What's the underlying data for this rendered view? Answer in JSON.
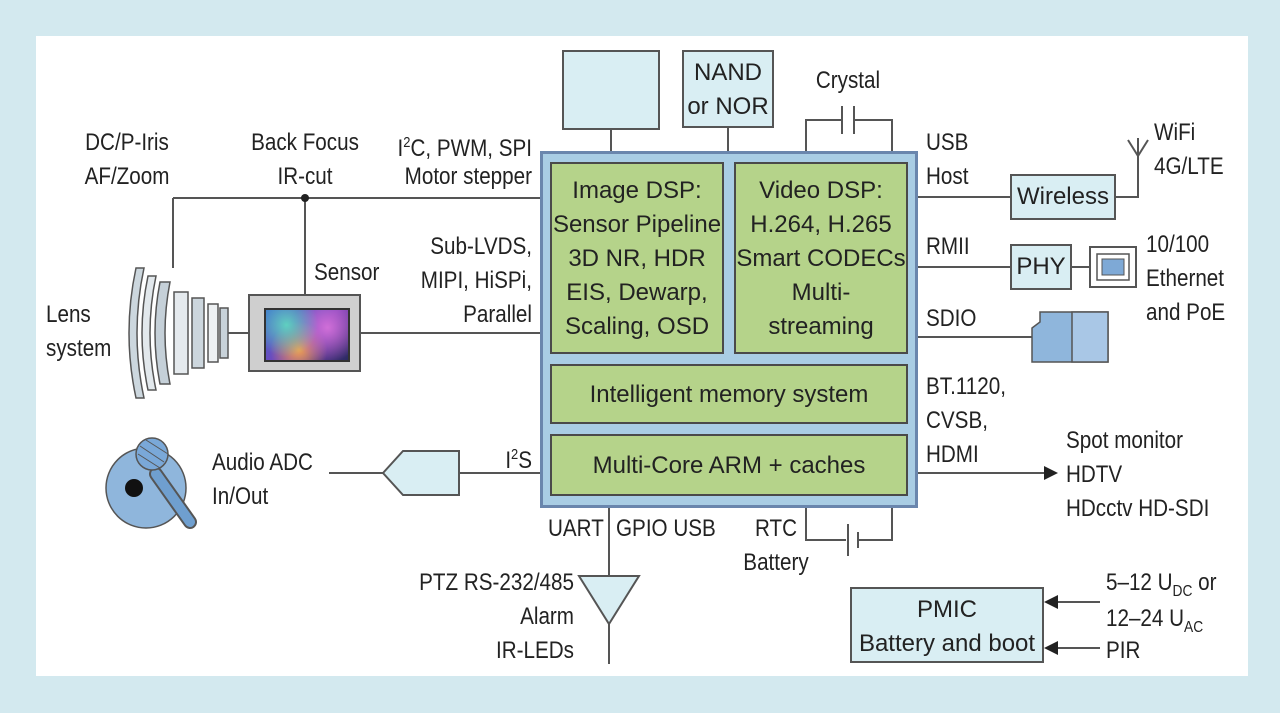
{
  "colors": {
    "page_bg": "#d3e9ef",
    "block_fill": "#b5d38a",
    "soc_fill": "#a9cde4",
    "soc_border": "#6a86ad",
    "peripheral_fill": "#d9eef3",
    "line": "#555555"
  },
  "soc": {
    "image_dsp": [
      "Image DSP:",
      "Sensor Pipeline",
      "3D NR, HDR",
      "EIS, Dewarp,",
      "Scaling, OSD"
    ],
    "video_dsp": [
      "Video DSP:",
      "H.264, H.265",
      "Smart CODECs",
      "Multi-",
      "streaming"
    ],
    "memory": "Intelligent memory system",
    "arm": "Multi-Core ARM + caches"
  },
  "top": {
    "nand": [
      "NAND",
      "or NOR"
    ],
    "crystal": "Crystal"
  },
  "left": {
    "dc_iris": [
      "DC/P-Iris",
      "AF/Zoom"
    ],
    "back_focus": [
      "Back Focus",
      "IR-cut"
    ],
    "i2c": {
      "pre": "I",
      "sup": "2",
      "post": "C, PWM, SPI"
    },
    "motor": "Motor stepper",
    "sensor": "Sensor",
    "sensor_if": [
      "Sub-LVDS,",
      "MIPI, HiSPi,",
      "Parallel"
    ],
    "lens": [
      "Lens",
      "system"
    ],
    "audio": [
      "Audio ADC",
      "In/Out"
    ],
    "i2s": {
      "pre": "I",
      "sup": "2",
      "post": "S"
    }
  },
  "right": {
    "usb_host": [
      "USB",
      "Host"
    ],
    "wireless": "Wireless",
    "wifi": [
      "WiFi",
      "4G/LTE"
    ],
    "rmii": "RMII",
    "phy": "PHY",
    "ethernet": [
      "10/100",
      "Ethernet",
      "and PoE"
    ],
    "sdio": "SDIO",
    "video_out_if": [
      "BT.1120,",
      "CVSB,",
      "HDMI"
    ],
    "video_out": [
      "Spot monitor",
      "HDTV",
      "HDcctv HD-SDI"
    ]
  },
  "bottom": {
    "uart": "UART",
    "gpio": "GPIO USB",
    "rtc": [
      "RTC",
      "Battery"
    ],
    "ptz": [
      "PTZ RS-232/485",
      "Alarm",
      "IR-LEDs"
    ],
    "pmic": [
      "PMIC",
      "Battery and boot"
    ],
    "power_in_1": {
      "pre": "5–12 U",
      "sub": "DC",
      "post": " or"
    },
    "power_in_2": {
      "pre": "12–24 U",
      "sub": "AC",
      "post": ""
    },
    "pir": "PIR"
  }
}
